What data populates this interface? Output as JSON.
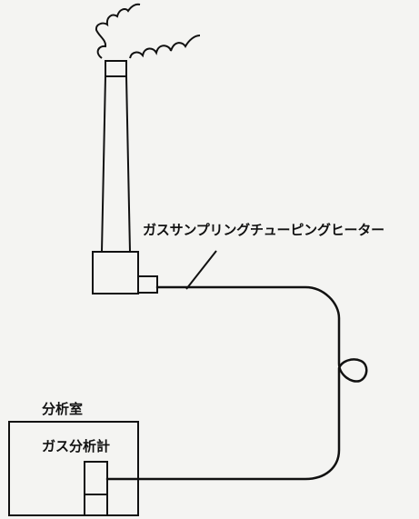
{
  "diagram": {
    "tube_label": "ガスサンプリングチューピングヒーター",
    "room_label": "分析室",
    "analyzer_label": "ガス分析計",
    "line_color": "#111111",
    "background_color": "#f4f4f2"
  }
}
